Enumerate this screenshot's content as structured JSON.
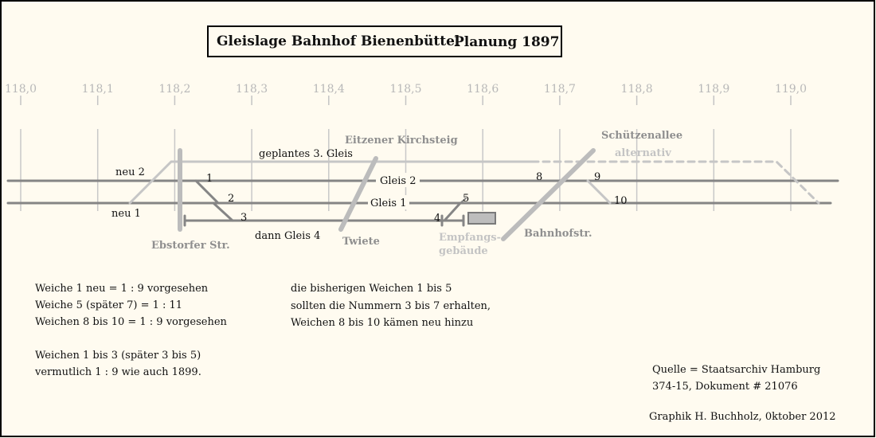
{
  "title": {
    "main": "Gleislage Bahnhof Bienenbüttel",
    "subtitle": "Planung 1897"
  },
  "km_marks": [
    "118,0",
    "118,1",
    "118,2",
    "118,3",
    "118,4",
    "118,5",
    "118,6",
    "118,7",
    "118,8",
    "118,9",
    "119,0"
  ],
  "track_labels": {
    "neu2": "neu 2",
    "neu1": "neu 1",
    "gleis2": "Gleis 2",
    "gleis1": "Gleis 1",
    "geplant3": "geplantes 3. Gleis",
    "gleis4": "dann Gleis 4"
  },
  "switch_numbers": [
    "1",
    "2",
    "3",
    "4",
    "5",
    "8",
    "9",
    "10"
  ],
  "streets": {
    "ebstorfer": "Ebstorfer Str.",
    "eitzener": "Eitzener Kirchsteig",
    "twiete": "Twiete",
    "schuetzen": "Schützenallee",
    "alternativ": "alternativ",
    "bahnhofstr": "Bahnhofstr.",
    "empfang1": "Empfangs-",
    "empfang2": "gebäude"
  },
  "notes_left": [
    "Weiche 1 neu = 1 : 9 vorgesehen",
    "Weiche 5 (später 7) = 1 : 11",
    "Weichen 8 bis 10 = 1 : 9 vorgesehen",
    "Weichen 1 bis 3 (später 3 bis 5)",
    "vermutlich 1 : 9 wie auch 1899."
  ],
  "notes_middle": [
    "die bisherigen Weichen 1 bis 5",
    "sollten die Nummern 3 bis 7 erhalten,",
    "Weichen 8 bis 10 kämen neu hinzu"
  ],
  "source": {
    "line1": "Quelle = Staatsarchiv Hamburg",
    "line2": "374-15, Dokument   # 21076"
  },
  "credit": "Graphik H. Buchholz, 0ktober 2012"
}
